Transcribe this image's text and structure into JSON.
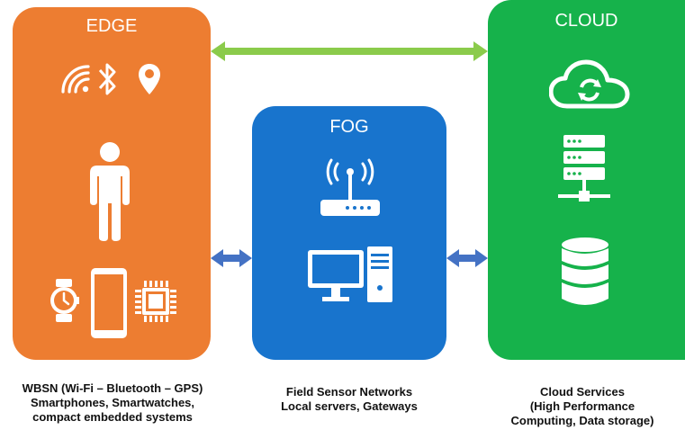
{
  "panels": {
    "edge": {
      "title": "EDGE",
      "color": "#ED7D31"
    },
    "fog": {
      "title": "FOG",
      "color": "#1874CD"
    },
    "cloud": {
      "title": "CLOUD",
      "color": "#16B24B"
    }
  },
  "captions": {
    "edge": [
      "WBSN (Wi-Fi – Bluetooth – GPS)",
      "Smartphones, Smartwatches,",
      "compact embedded systems"
    ],
    "fog": [
      "Field Sensor Networks",
      "Local servers, Gateways"
    ],
    "cloud": [
      "Cloud Services",
      "(High Performance",
      "Computing, Data storage)"
    ]
  },
  "icons": {
    "edge": [
      "wifi-icon",
      "bluetooth-icon",
      "location-pin-icon",
      "person-icon",
      "smartwatch-icon",
      "smartphone-icon",
      "microchip-icon"
    ],
    "fog": [
      "router-icon",
      "desktop-computer-icon"
    ],
    "cloud": [
      "cloud-sync-icon",
      "server-rack-icon",
      "database-icon"
    ]
  },
  "arrows": {
    "edge_cloud": {
      "color": "#8BCB4B"
    },
    "edge_fog": {
      "color": "#4472C4"
    },
    "fog_cloud": {
      "color": "#4472C4"
    }
  }
}
